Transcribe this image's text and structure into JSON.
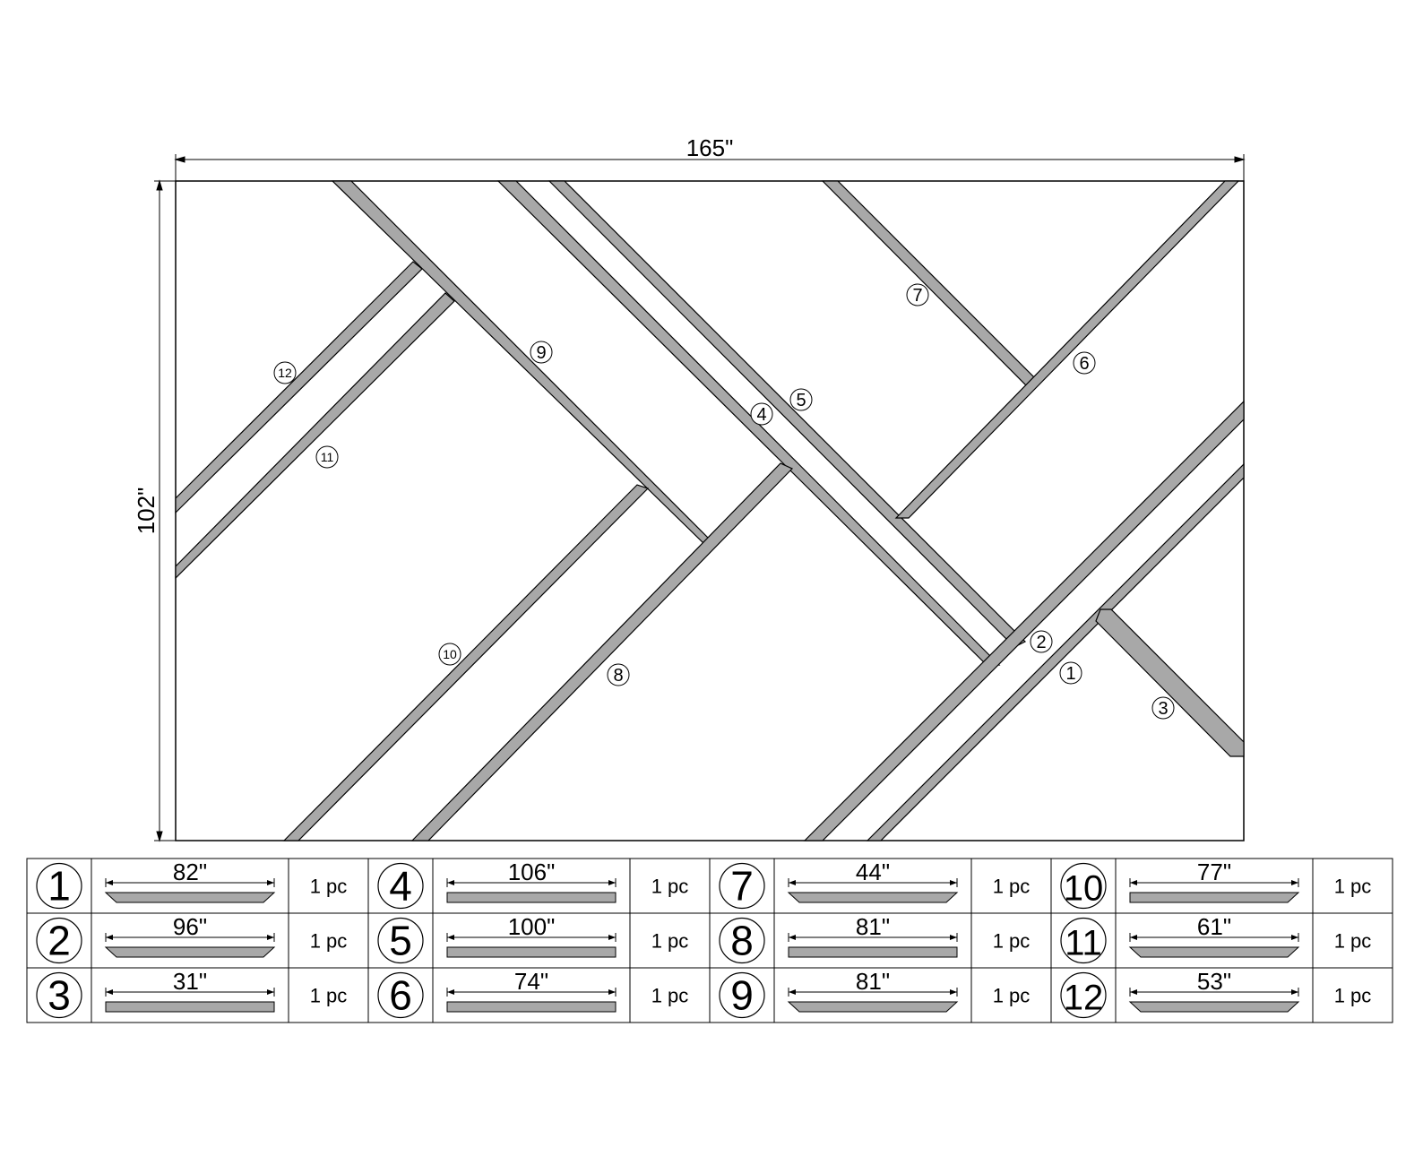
{
  "dimensions": {
    "width_label": "165\"",
    "height_label": "102\""
  },
  "colors": {
    "stroke": "#000000",
    "strip_fill": "#a8a8a8",
    "background": "#ffffff"
  },
  "strips": [
    {
      "id": "1",
      "label": "1"
    },
    {
      "id": "2",
      "label": "2"
    },
    {
      "id": "3",
      "label": "3"
    },
    {
      "id": "4",
      "label": "4"
    },
    {
      "id": "5",
      "label": "5"
    },
    {
      "id": "6",
      "label": "6"
    },
    {
      "id": "7",
      "label": "7"
    },
    {
      "id": "8",
      "label": "8"
    },
    {
      "id": "9",
      "label": "9"
    },
    {
      "id": "10",
      "label": "10"
    },
    {
      "id": "11",
      "label": "11"
    },
    {
      "id": "12",
      "label": "12"
    }
  ],
  "cut_list": [
    {
      "num": "1",
      "length": "82\"",
      "qty": "1 pc",
      "end_style": "angled-both"
    },
    {
      "num": "2",
      "length": "96\"",
      "qty": "1 pc",
      "end_style": "angled-both"
    },
    {
      "num": "3",
      "length": "31\"",
      "qty": "1 pc",
      "end_style": "square"
    },
    {
      "num": "4",
      "length": "106\"",
      "qty": "1 pc",
      "end_style": "square"
    },
    {
      "num": "5",
      "length": "100\"",
      "qty": "1 pc",
      "end_style": "square"
    },
    {
      "num": "6",
      "length": "74\"",
      "qty": "1 pc",
      "end_style": "square"
    },
    {
      "num": "7",
      "length": "44\"",
      "qty": "1 pc",
      "end_style": "angled-both"
    },
    {
      "num": "8",
      "length": "81\"",
      "qty": "1 pc",
      "end_style": "square"
    },
    {
      "num": "9",
      "length": "81\"",
      "qty": "1 pc",
      "end_style": "angled-both"
    },
    {
      "num": "10",
      "length": "77\"",
      "qty": "1 pc",
      "end_style": "angled-right"
    },
    {
      "num": "11",
      "length": "61\"",
      "qty": "1 pc",
      "end_style": "angled-both"
    },
    {
      "num": "12",
      "length": "53\"",
      "qty": "1 pc",
      "end_style": "angled-both"
    }
  ]
}
